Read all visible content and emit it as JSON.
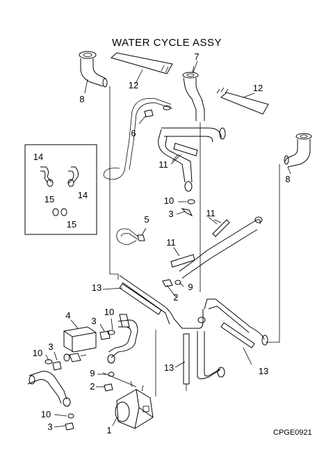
{
  "title": "WATER CYCLE ASSY",
  "drawing_code": "CPGE0921",
  "callouts": [
    {
      "id": "c8a",
      "text": "8"
    },
    {
      "id": "c12a",
      "text": "12"
    },
    {
      "id": "c7",
      "text": "7"
    },
    {
      "id": "c12b",
      "text": "12"
    },
    {
      "id": "c6",
      "text": "6"
    },
    {
      "id": "c11a",
      "text": "11"
    },
    {
      "id": "c8b",
      "text": "8"
    },
    {
      "id": "c14a",
      "text": "14"
    },
    {
      "id": "c14b",
      "text": "14"
    },
    {
      "id": "c15a",
      "text": "15"
    },
    {
      "id": "c15b",
      "text": "15"
    },
    {
      "id": "c10a",
      "text": "10"
    },
    {
      "id": "c3a",
      "text": "3"
    },
    {
      "id": "c11b",
      "text": "11"
    },
    {
      "id": "c5",
      "text": "5"
    },
    {
      "id": "c11c",
      "text": "11"
    },
    {
      "id": "c13a",
      "text": "13"
    },
    {
      "id": "c9a",
      "text": "9"
    },
    {
      "id": "c2a",
      "text": "2"
    },
    {
      "id": "c10b",
      "text": "10"
    },
    {
      "id": "c4",
      "text": "4"
    },
    {
      "id": "c3b",
      "text": "3"
    },
    {
      "id": "c3c",
      "text": "3"
    },
    {
      "id": "c10c",
      "text": "10"
    },
    {
      "id": "c13b",
      "text": "13"
    },
    {
      "id": "c13c",
      "text": "13"
    },
    {
      "id": "c9b",
      "text": "9"
    },
    {
      "id": "c2b",
      "text": "2"
    },
    {
      "id": "c10d",
      "text": "10"
    },
    {
      "id": "c3d",
      "text": "3"
    },
    {
      "id": "c1",
      "text": "1"
    }
  ]
}
